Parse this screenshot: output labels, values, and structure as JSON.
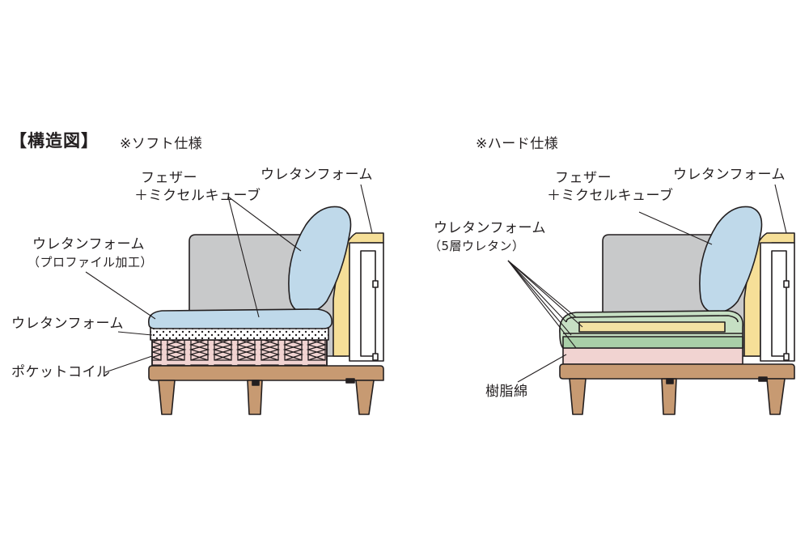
{
  "title": "【構造図】",
  "soft": {
    "heading": "※ソフト仕様",
    "labels": {
      "feather": "フェザー",
      "feather2": "＋ミクセルキューブ",
      "urethane_back": "ウレタンフォーム",
      "urethane_profile": "ウレタンフォーム",
      "urethane_profile2": "（プロファイル加工）",
      "urethane": "ウレタンフォーム",
      "pocket_coil": "ポケットコイル"
    }
  },
  "hard": {
    "heading": "※ハード仕様",
    "labels": {
      "feather": "フェザー",
      "feather2": "＋ミクセルキューブ",
      "urethane_back": "ウレタンフォーム",
      "urethane_layers": "ウレタンフォーム",
      "urethane_layers2": "（5層ウレタン）",
      "resin_cotton": "樹脂綿"
    }
  },
  "colors": {
    "outline": "#231f20",
    "backrest": "#c8c9ca",
    "cushion_blue": "#bfd9ea",
    "frame_yellow": "#f6df98",
    "coil_pink": "#f1d3d1",
    "wood": "#c79a72",
    "urethane_green": "#c6dfc3",
    "urethane_green_dark": "#a9cfa8",
    "yellow_layer": "#f3e2a3"
  }
}
